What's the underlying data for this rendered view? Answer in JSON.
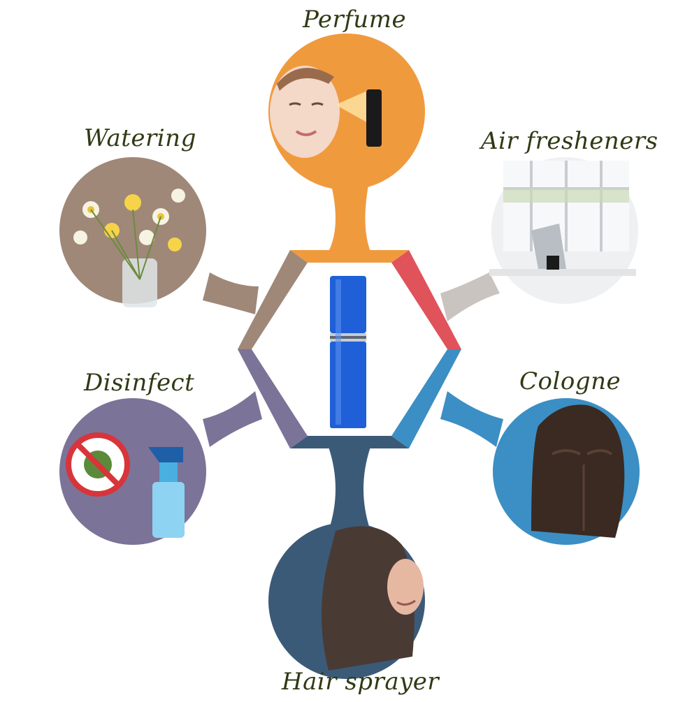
{
  "center": {
    "product": "blue-spray-bottle-icon"
  },
  "uses": [
    {
      "label": "Perfume",
      "color": "#f09a3e",
      "icon": "face-spray-icon"
    },
    {
      "label": "Air fresheners",
      "color": "#d8d2cc",
      "icon": "office-window-icon"
    },
    {
      "label": "Cologne",
      "color": "#3b8fc4",
      "icon": "torso-icon"
    },
    {
      "label": "Hair sprayer",
      "color": "#3b5a78",
      "icon": "hair-icon"
    },
    {
      "label": "Disinfect",
      "color": "#7c7398",
      "icon": "virus-prohibited-icon"
    },
    {
      "label": "Watering",
      "color": "#9f8878",
      "icon": "flowers-icon"
    }
  ],
  "colors": {
    "bottle": "#1f5fd8",
    "label_text": "#2f3a14"
  }
}
